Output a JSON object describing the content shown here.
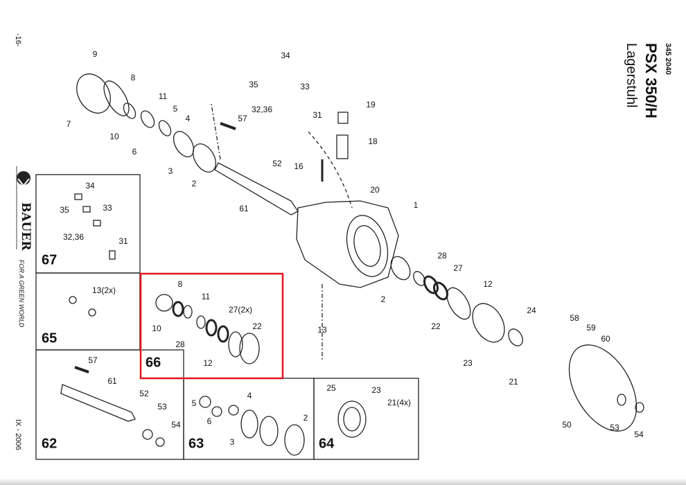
{
  "header": {
    "part_number": "345 2040",
    "model": "PSX 350/H",
    "subtitle": "Lagerstuhl"
  },
  "side": {
    "page": "-16-",
    "brand": "BAUER",
    "slogan": "FOR A GREEN WORLD",
    "date": "IX - 2006"
  },
  "main_labels": [
    "9",
    "8",
    "7",
    "10",
    "11",
    "5",
    "6",
    "4",
    "3",
    "2",
    "57",
    "34",
    "35",
    "33",
    "32,36",
    "31",
    "19",
    "18",
    "52",
    "16",
    "61",
    "20",
    "1",
    "28",
    "27",
    "12",
    "2",
    "22",
    "13",
    "24",
    "58",
    "59",
    "60",
    "23",
    "21",
    "50",
    "53",
    "54"
  ],
  "insets": [
    {
      "number": "67",
      "labels": [
        "34",
        "35",
        "33",
        "32,36",
        "31"
      ]
    },
    {
      "number": "65",
      "labels": [
        "13(2x)"
      ]
    },
    {
      "number": "66",
      "labels": [
        "8",
        "11",
        "10",
        "27(2x)",
        "22",
        "28",
        "12"
      ],
      "highlighted": true
    },
    {
      "number": "62",
      "labels": [
        "57",
        "61",
        "52",
        "53",
        "54"
      ]
    },
    {
      "number": "63",
      "labels": [
        "4",
        "5",
        "6",
        "2",
        "3"
      ]
    },
    {
      "number": "64",
      "labels": [
        "25",
        "23",
        "21(4x)"
      ]
    }
  ],
  "colors": {
    "highlight": "#e0141e",
    "line": "#222222"
  }
}
